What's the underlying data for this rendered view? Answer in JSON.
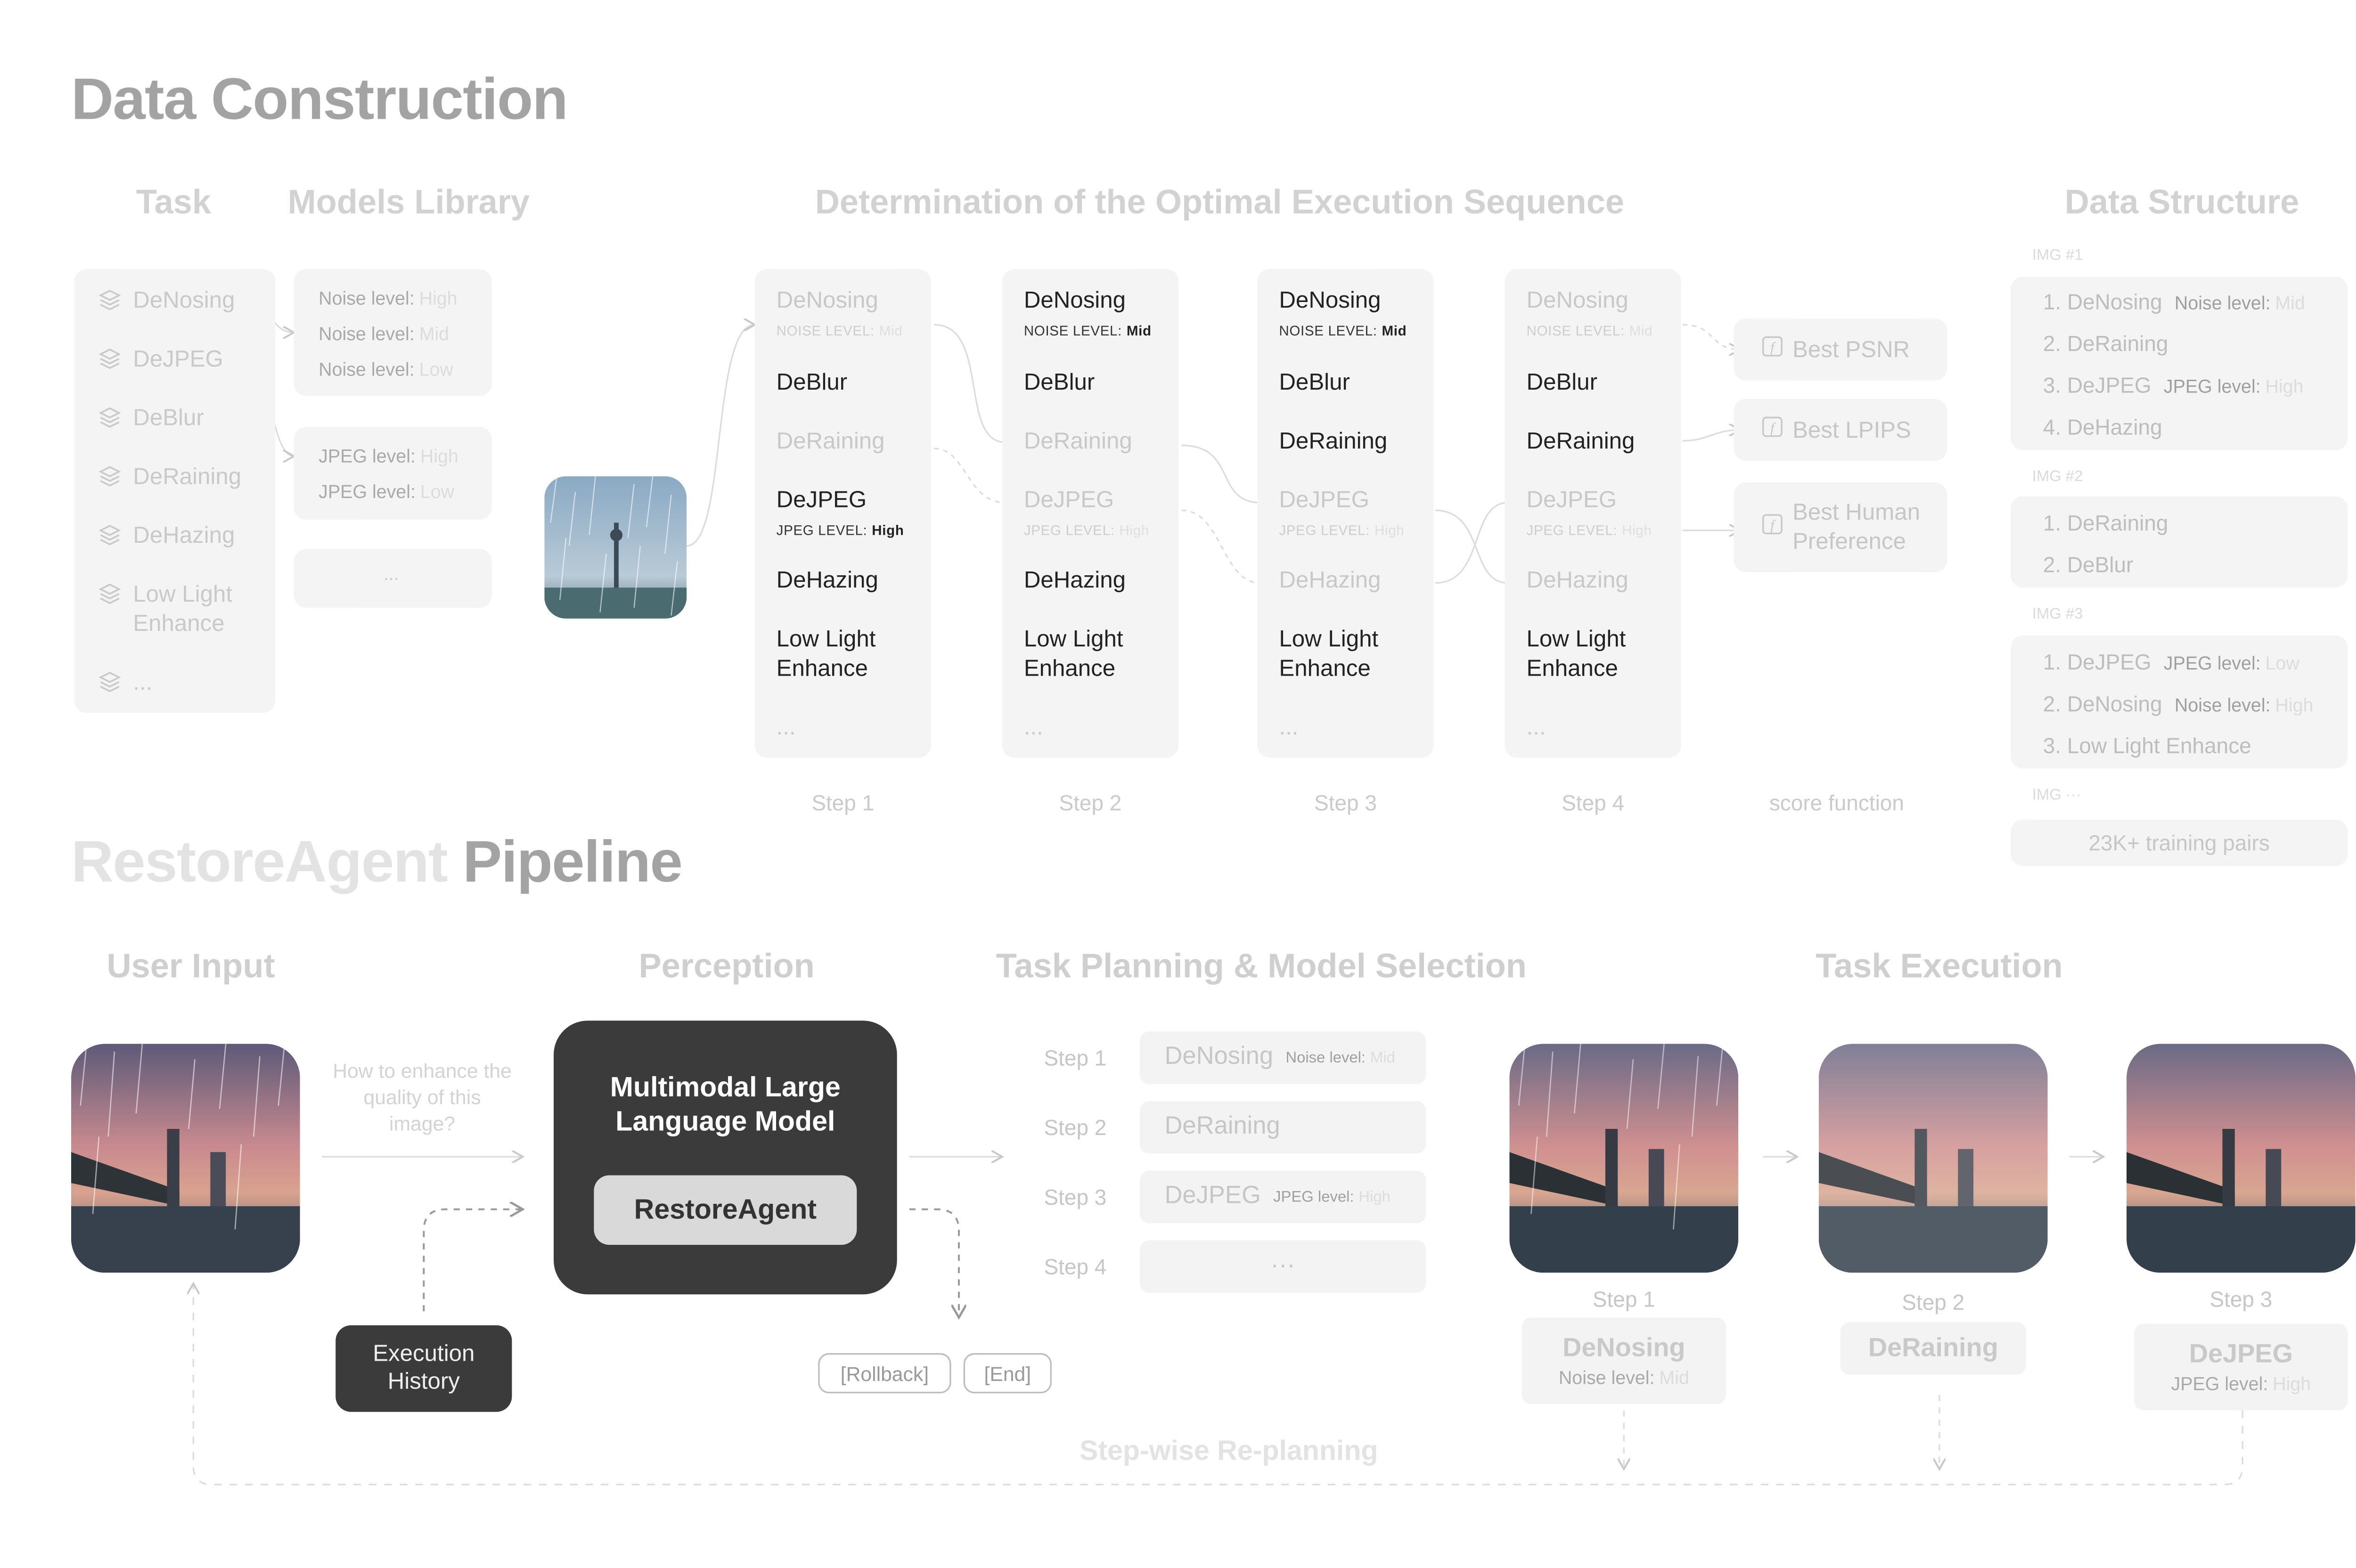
{
  "colors": {
    "panel": "#f4f4f4",
    "dark_box": "#3b3b3b",
    "restore_btn": "#d9d9d9",
    "faint_text": "#cacaca"
  },
  "titles": {
    "data_construction": "Data Construction",
    "pipeline_restore": "RestoreAgent",
    "pipeline_rest": " Pipeline"
  },
  "section_headers": {
    "task": "Task",
    "models_library": "Models Library",
    "optimal_sequence": "Determination of the Optimal Execution Sequence",
    "data_structure": "Data Structure",
    "user_input": "User Input",
    "perception": "Perception",
    "task_planning": "Task Planning & Model Selection",
    "task_execution": "Task Execution"
  },
  "tasks": [
    "DeNosing",
    "DeJPEG",
    "DeBlur",
    "DeRaining",
    "DeHazing",
    "Low Light Enhance",
    "..."
  ],
  "models": {
    "noise": [
      {
        "label": "Noise level:",
        "value": "High"
      },
      {
        "label": "Noise level:",
        "value": "Mid"
      },
      {
        "label": "Noise level:",
        "value": "Low"
      }
    ],
    "jpeg": [
      {
        "label": "JPEG level:",
        "value": "High"
      },
      {
        "label": "JPEG level:",
        "value": "Low"
      }
    ],
    "more": "..."
  },
  "steps": [
    {
      "label": "Step 1",
      "items": [
        {
          "name": "DeNosing",
          "sub_label": "NOISE LEVEL:",
          "sub_value": "Mid",
          "active": false
        },
        {
          "name": "DeBlur",
          "active": true
        },
        {
          "name": "DeRaining",
          "active": false
        },
        {
          "name": "DeJPEG",
          "sub_label": "JPEG LEVEL:",
          "sub_value": "High",
          "active": true
        },
        {
          "name": "DeHazing",
          "active": true
        },
        {
          "name": "Low Light Enhance",
          "active": true
        },
        {
          "name": "...",
          "active": false
        }
      ]
    },
    {
      "label": "Step 2",
      "items": [
        {
          "name": "DeNosing",
          "sub_label": "NOISE LEVEL:",
          "sub_value": "Mid",
          "active": true
        },
        {
          "name": "DeBlur",
          "active": true
        },
        {
          "name": "DeRaining",
          "active": false
        },
        {
          "name": "DeJPEG",
          "sub_label": "JPEG LEVEL:",
          "sub_value": "High",
          "active": false
        },
        {
          "name": "DeHazing",
          "active": true
        },
        {
          "name": "Low Light Enhance",
          "active": true
        },
        {
          "name": "...",
          "active": false
        }
      ]
    },
    {
      "label": "Step 3",
      "items": [
        {
          "name": "DeNosing",
          "sub_label": "NOISE LEVEL:",
          "sub_value": "Mid",
          "active": true
        },
        {
          "name": "DeBlur",
          "active": true
        },
        {
          "name": "DeRaining",
          "active": true
        },
        {
          "name": "DeJPEG",
          "sub_label": "JPEG LEVEL:",
          "sub_value": "High",
          "active": false
        },
        {
          "name": "DeHazing",
          "active": false
        },
        {
          "name": "Low Light Enhance",
          "active": true
        },
        {
          "name": "...",
          "active": false
        }
      ]
    },
    {
      "label": "Step 4",
      "items": [
        {
          "name": "DeNosing",
          "sub_label": "NOISE LEVEL:",
          "sub_value": "Mid",
          "active": false
        },
        {
          "name": "DeBlur",
          "active": true
        },
        {
          "name": "DeRaining",
          "active": true
        },
        {
          "name": "DeJPEG",
          "sub_label": "JPEG LEVEL:",
          "sub_value": "High",
          "active": false
        },
        {
          "name": "DeHazing",
          "active": false
        },
        {
          "name": "Low Light Enhance",
          "active": true
        },
        {
          "name": "...",
          "active": false
        }
      ]
    }
  ],
  "score": {
    "items": [
      "Best PSNR",
      "Best LPIPS",
      "Best Human Preference"
    ],
    "label": "score function"
  },
  "data_structure": {
    "img1": {
      "tag": "IMG #1",
      "items": [
        {
          "text": "1. DeNosing",
          "level_label": "Noise level:",
          "level_value": "Mid"
        },
        {
          "text": "2. DeRaining"
        },
        {
          "text": "3. DeJPEG",
          "level_label": "JPEG level:",
          "level_value": "High"
        },
        {
          "text": "4. DeHazing"
        }
      ]
    },
    "img2": {
      "tag": "IMG #2",
      "items": [
        {
          "text": "1. DeRaining"
        },
        {
          "text": "2. DeBlur"
        }
      ]
    },
    "img3": {
      "tag": "IMG #3",
      "items": [
        {
          "text": "1. DeJPEG",
          "level_label": "JPEG level:",
          "level_value": "Low"
        },
        {
          "text": "2. DeNosing",
          "level_label": "Noise level:",
          "level_value": "High"
        },
        {
          "text": "3. Low Light Enhance"
        }
      ]
    },
    "img_more": "IMG ···",
    "training_pairs": "23K+ training pairs"
  },
  "pipeline": {
    "question": "How to enhance the quality of this image?",
    "execution_history": "Execution History",
    "mllm": "Multimodal Large Language Model",
    "restore_agent": "RestoreAgent",
    "rollback": "[Rollback]",
    "end": "[End]",
    "plan": [
      {
        "step": "Step 1",
        "task": "DeNosing",
        "level_label": "Noise level:",
        "level_value": "Mid"
      },
      {
        "step": "Step 2",
        "task": "DeRaining"
      },
      {
        "step": "Step 3",
        "task": "DeJPEG",
        "level_label": "JPEG level:",
        "level_value": "High"
      },
      {
        "step": "Step 4",
        "task": "···"
      }
    ],
    "exec": [
      {
        "step": "Step 1",
        "task": "DeNosing",
        "level_label": "Noise level:",
        "level_value": "Mid"
      },
      {
        "step": "Step 2",
        "task": "DeRaining"
      },
      {
        "step": "Step 3",
        "task": "DeJPEG",
        "level_label": "JPEG level:",
        "level_value": "High"
      }
    ],
    "replanning": "Step-wise Re-planning"
  }
}
